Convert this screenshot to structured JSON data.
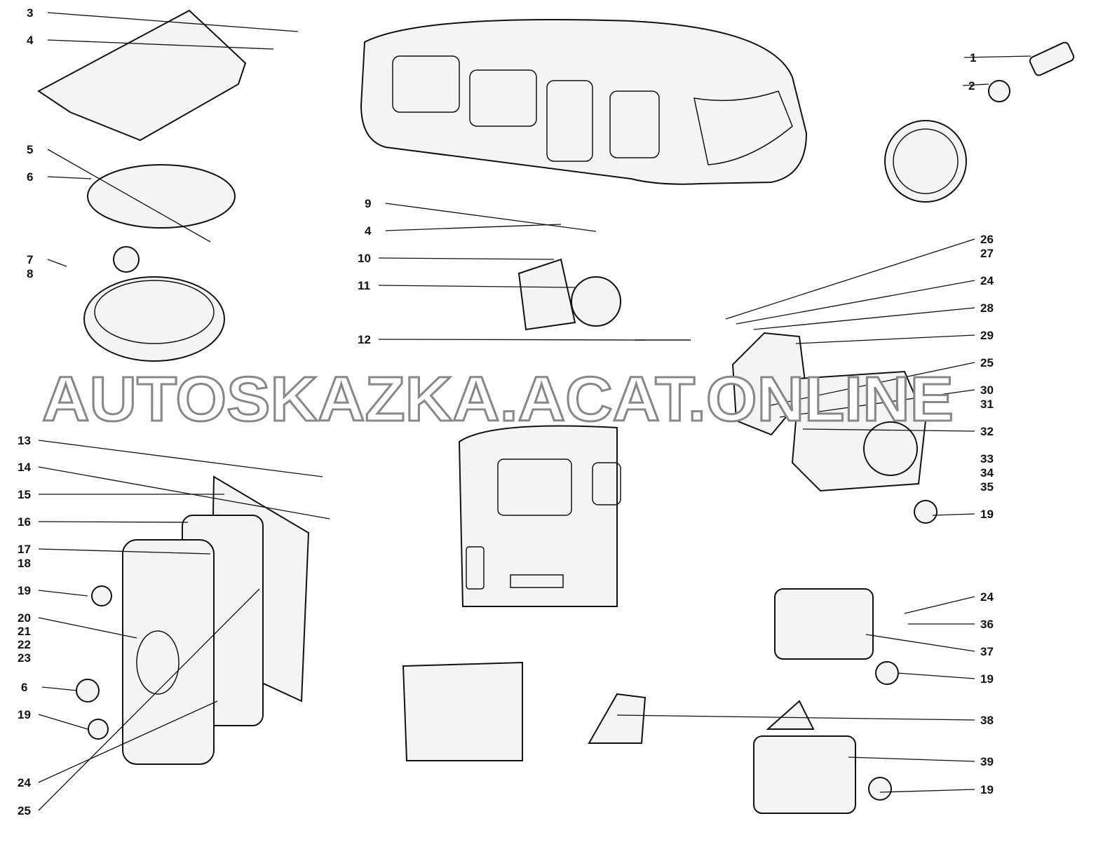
{
  "diagram": {
    "watermark": "AUTOSKAZKA.ACAT.ONLINE",
    "callouts": [
      "3",
      "4",
      "5",
      "6",
      "7",
      "8",
      "13",
      "14",
      "15",
      "16",
      "17",
      "18",
      "19",
      "20",
      "21",
      "22",
      "23",
      "6",
      "19",
      "24",
      "25",
      "9",
      "4",
      "10",
      "11",
      "12",
      "1",
      "2",
      "26",
      "27",
      "24",
      "28",
      "29",
      "25",
      "30",
      "31",
      "32",
      "33",
      "34",
      "35",
      "19",
      "24",
      "36",
      "37",
      "19",
      "38",
      "39",
      "19"
    ]
  }
}
